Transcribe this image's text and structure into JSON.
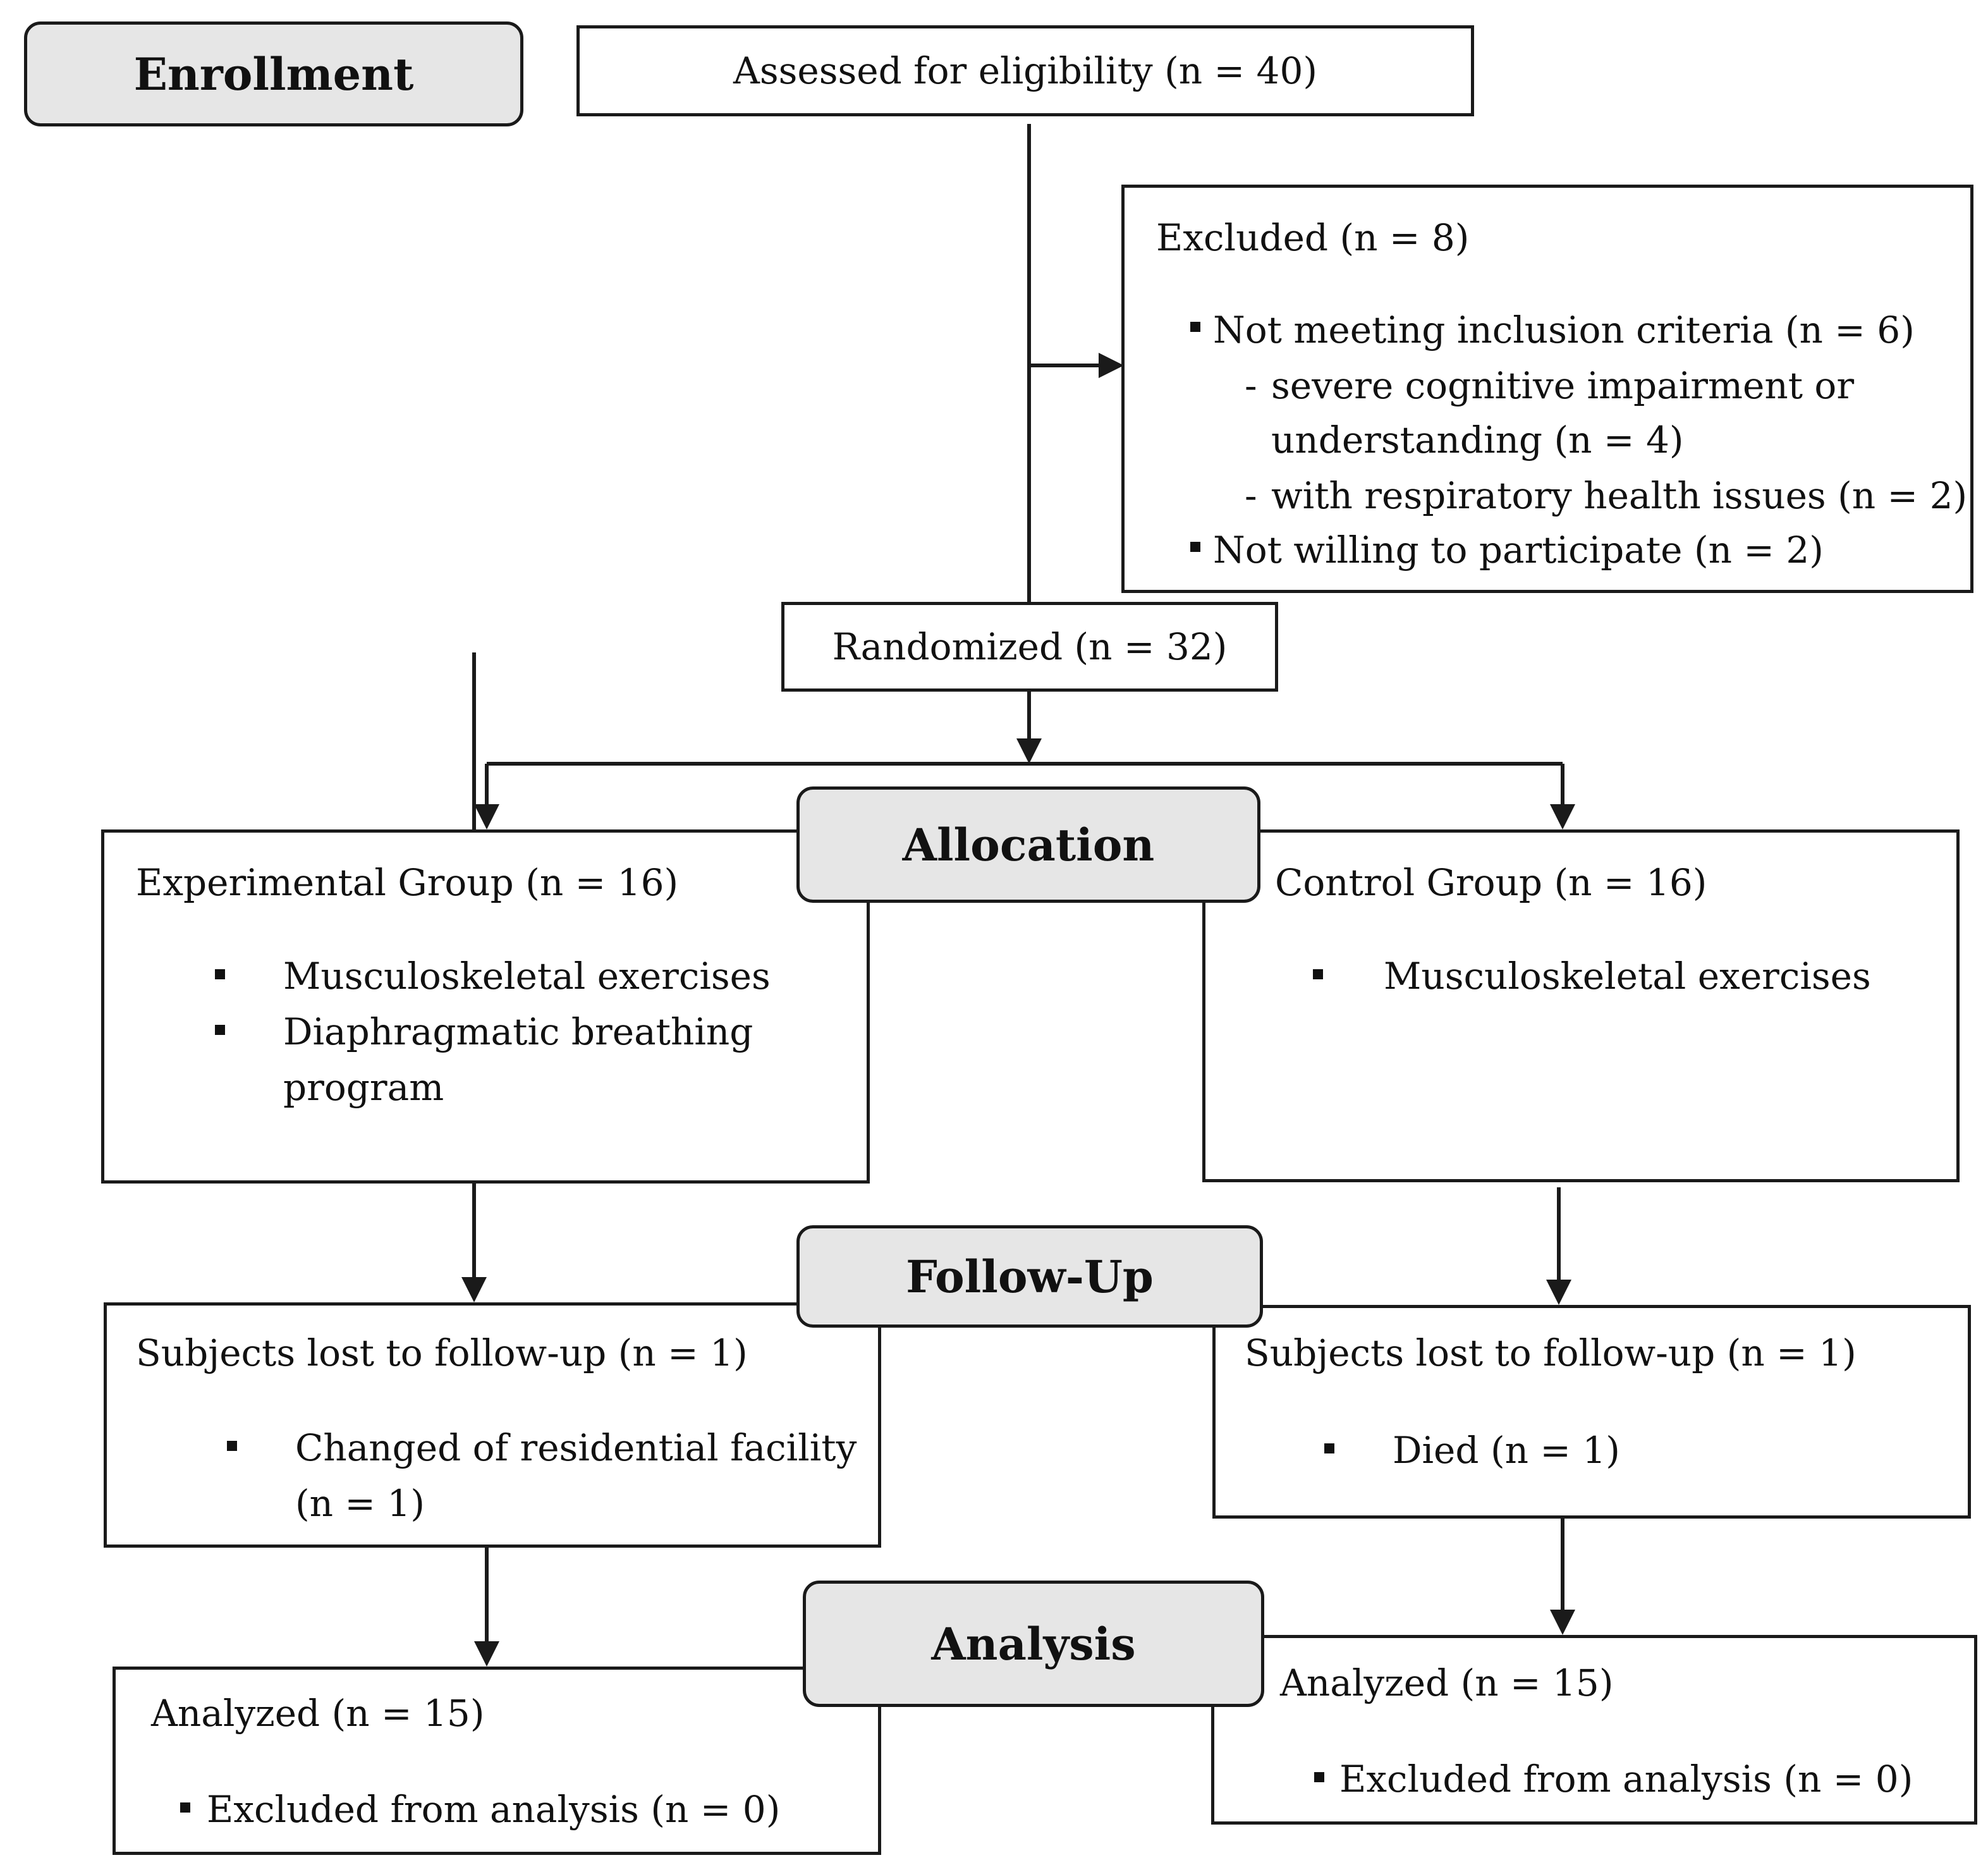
{
  "stages": {
    "enrollment": "Enrollment",
    "allocation": "Allocation",
    "follow_up": "Follow-Up",
    "analysis": "Analysis"
  },
  "assessed": "Assessed for eligibility (n = 40)",
  "excluded": {
    "title": "Excluded (n = 8)",
    "not_meeting": "Not meeting inclusion criteria (n = 6)",
    "sub1_line1": "severe cognitive impairment or",
    "sub1_line2": "understanding (n = 4)",
    "sub2": "with respiratory health issues (n = 2)",
    "not_willing": "Not willing to participate (n = 2)"
  },
  "randomized": "Randomized (n = 32)",
  "experimental": {
    "title": "Experimental Group (n = 16)",
    "item1": "Musculoskeletal exercises",
    "item2_line1": "Diaphragmatic breathing",
    "item2_line2": "program"
  },
  "control": {
    "title": "Control Group (n = 16)",
    "item1": "Musculoskeletal exercises"
  },
  "followup_left": {
    "title": "Subjects lost to follow-up (n = 1)",
    "item_line1": "Changed of residential facility",
    "item_line2": "(n = 1)"
  },
  "followup_right": {
    "title": "Subjects lost to follow-up (n = 1)",
    "item": "Died (n = 1)"
  },
  "analysis_left": {
    "title": "Analyzed (n = 15)",
    "item": "Excluded from analysis (n = 0)"
  },
  "analysis_right": {
    "title": "Analyzed (n = 15)",
    "item": "Excluded from analysis (n = 0)"
  }
}
